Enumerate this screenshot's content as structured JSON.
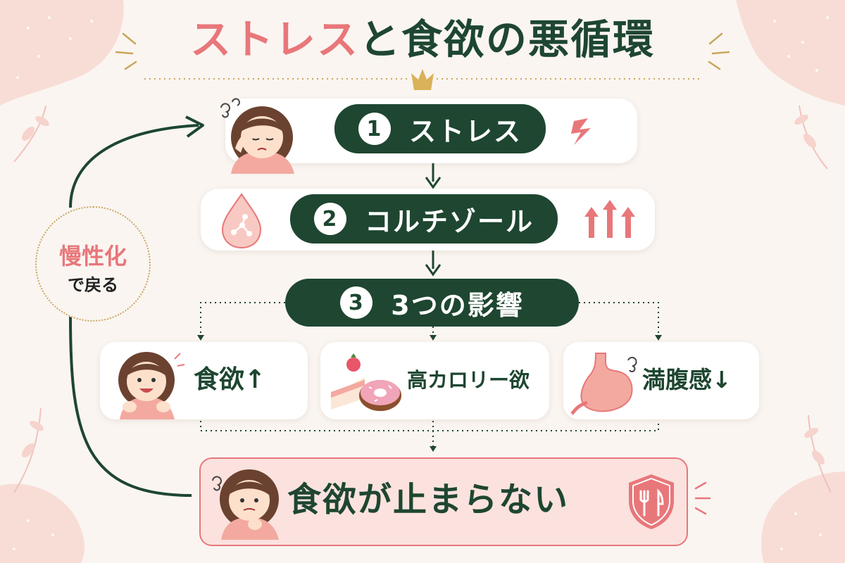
{
  "title": {
    "part1": "ストレス",
    "part2": "と食欲の悪循環"
  },
  "steps": [
    {
      "number": "1",
      "label": "ストレス"
    },
    {
      "number": "2",
      "label": "コルチゾール"
    },
    {
      "number": "3",
      "label": "3つの影響"
    }
  ],
  "effects": [
    {
      "label": "食欲↑"
    },
    {
      "label": "高カロリー欲"
    },
    {
      "label": "満腹感↓"
    }
  ],
  "result": {
    "label": "食欲が止まらない"
  },
  "loop": {
    "line1": "慢性化",
    "line2": "で戻る"
  },
  "colors": {
    "accent_pink": "#e8777a",
    "dark_green": "#1e4630",
    "gold": "#c9a65a",
    "background": "#faf5f1"
  }
}
